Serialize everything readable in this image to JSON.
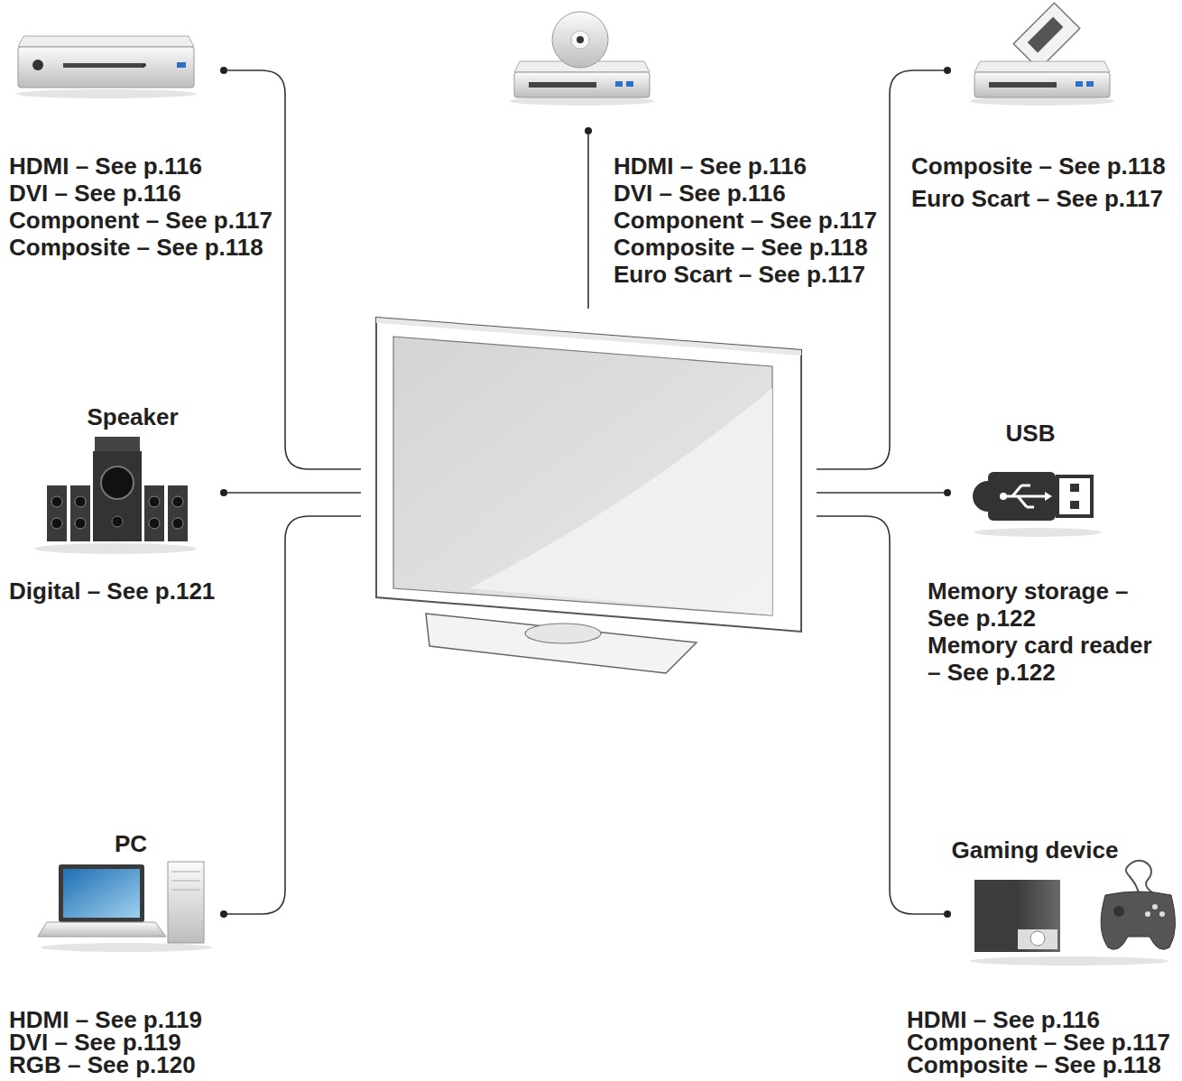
{
  "diagram": {
    "nodes": [
      {
        "text": [
          "HDMI – See p.116",
          "DVI – See p.116",
          "Component – See p.117",
          "Composite – See p.118"
        ]
      },
      {
        "text": [
          "HDMI – See p.116",
          "DVI – See p.116",
          "Component – See p.117",
          "Composite – See p.118",
          "Euro Scart – See p.117"
        ]
      },
      {
        "text": [
          "Composite – See p.118",
          "Euro Scart – See p.117"
        ]
      },
      {
        "text": [
          "Speaker",
          "Digital – See p.121"
        ]
      },
      {
        "text": [
          "USB",
          "Memory storage – See p.122",
          "Memory card reader – See p.122"
        ]
      },
      {
        "text": [
          "PC",
          "HDMI – See p.119",
          "DVI – See p.119",
          "RGB – See p.120"
        ]
      },
      {
        "text": [
          "Gaming device",
          "HDMI – See p.116",
          "Component – See p.117",
          "Composite – See p.118"
        ]
      }
    ]
  }
}
